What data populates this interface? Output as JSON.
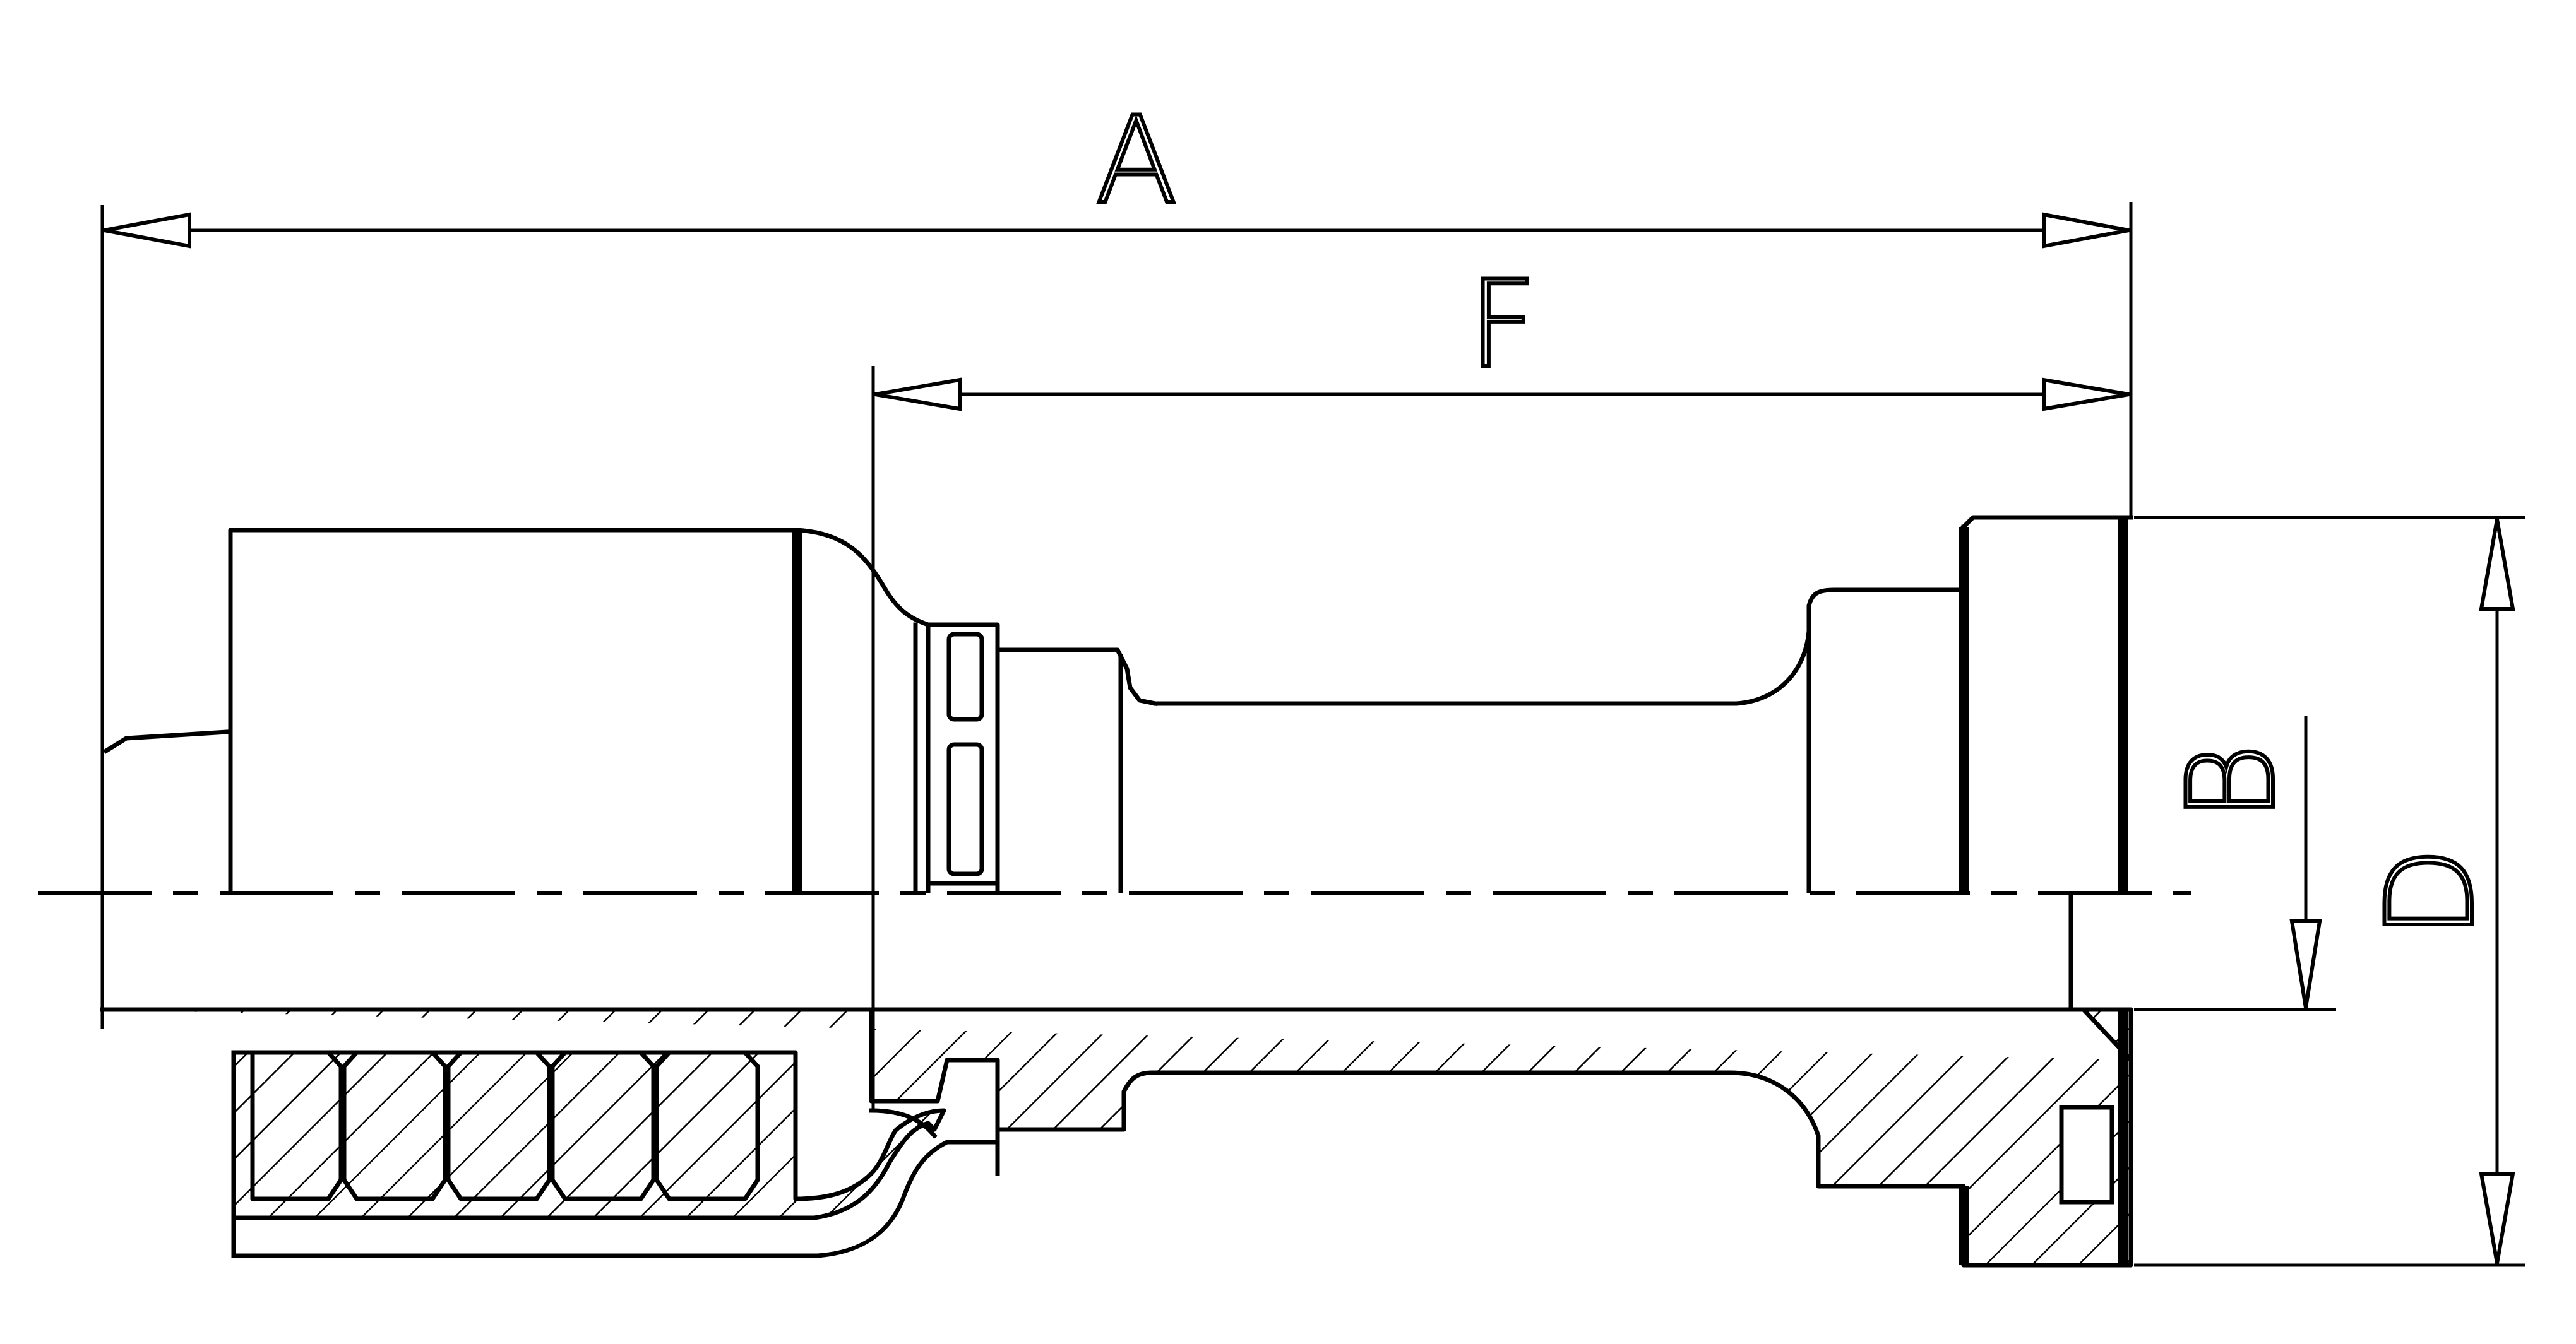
{
  "dimensions": {
    "A": "A",
    "F": "F",
    "B": "B",
    "D": "D"
  },
  "colors": {
    "line": "#000000",
    "background": "#ffffff"
  }
}
